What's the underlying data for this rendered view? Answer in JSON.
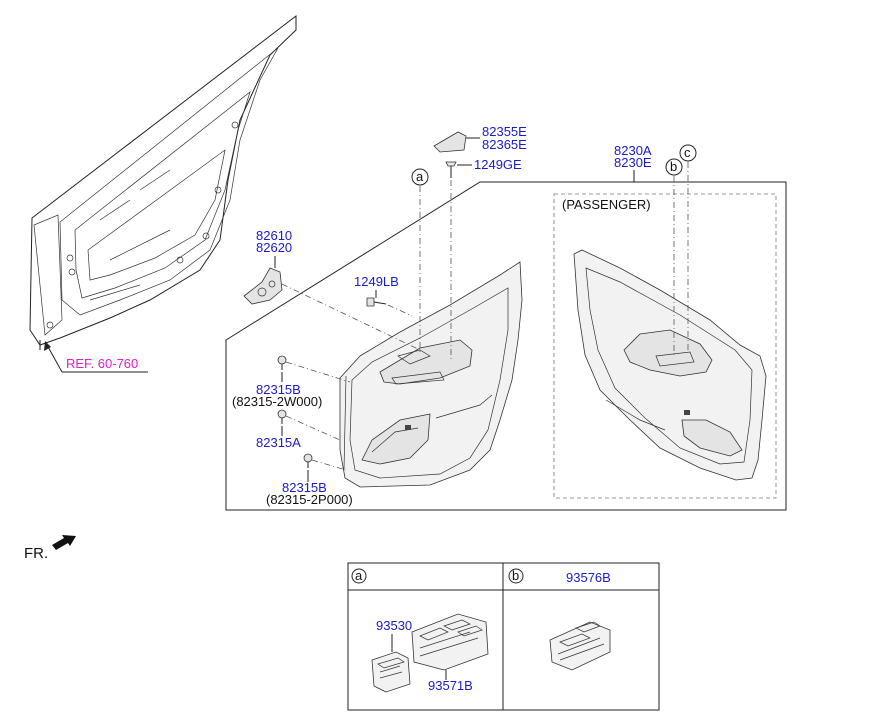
{
  "labels": {
    "l_82355e": "82355E",
    "l_82365e": "82365E",
    "l_1249ge": "1249GE",
    "l_8230a": "8230A",
    "l_8230e": "8230E",
    "l_82610": "82610",
    "l_82620": "82620",
    "l_1249lb": "1249LB",
    "l_82315b_1": "82315B",
    "l_82315_2w000": "(82315-2W000)",
    "l_82315a": "82315A",
    "l_82315b_2": "82315B",
    "l_82315_2p000": "(82315-2P000)",
    "ref": "REF. 60-760",
    "passenger": "(PASSENGER)",
    "fr": "FR.",
    "l_93576b": "93576B",
    "l_93530": "93530",
    "l_93571b": "93571B"
  },
  "callouts": {
    "a": "a",
    "b": "b",
    "c": "c",
    "table_a": "a",
    "table_b": "b"
  },
  "colors": {
    "part_number": "#1a1ac8",
    "reference": "#e020c8",
    "line": "#222222"
  }
}
